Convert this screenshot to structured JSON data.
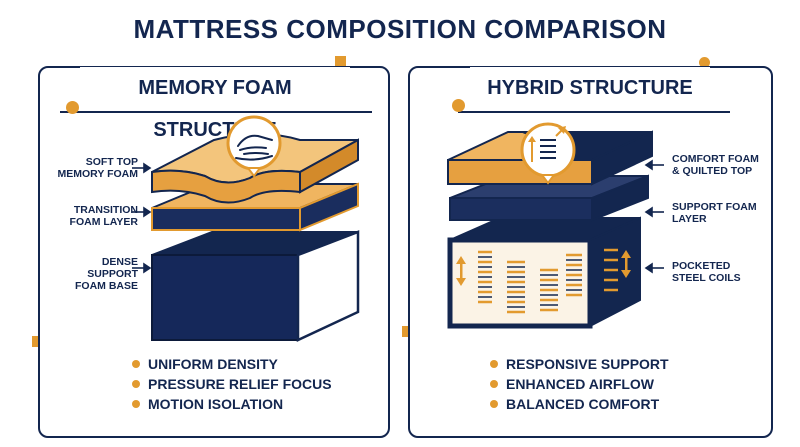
{
  "title": "MATTRESS COMPOSITION COMPARISON",
  "left_panel": {
    "heading": "MEMORY FOAM STRUCTURE",
    "layers": [
      "SOFT TOP MEMORY FOAM",
      "TRANSITION FOAM LAYER",
      "DENSE SUPPORT FOAM BASE"
    ],
    "features": [
      "UNIFORM DENSITY",
      "PRESSURE RELIEF FOCUS",
      "MOTION ISOLATION"
    ],
    "icon": "hand-press-icon"
  },
  "right_panel": {
    "heading": "HYBRID STRUCTURE",
    "layers": [
      "COMFORT FOAM & QUILTED TOP",
      "SUPPORT FOAM LAYER",
      "POCKETED STEEL COILS"
    ],
    "features": [
      "RESPONSIVE SUPPORT",
      "ENHANCED AIRFLOW",
      "BALANCED COMFORT"
    ],
    "icon": "spring-icon"
  },
  "colors": {
    "navy": "#13264f",
    "gold": "#e29a2f",
    "foam_light": "#f2c074"
  }
}
